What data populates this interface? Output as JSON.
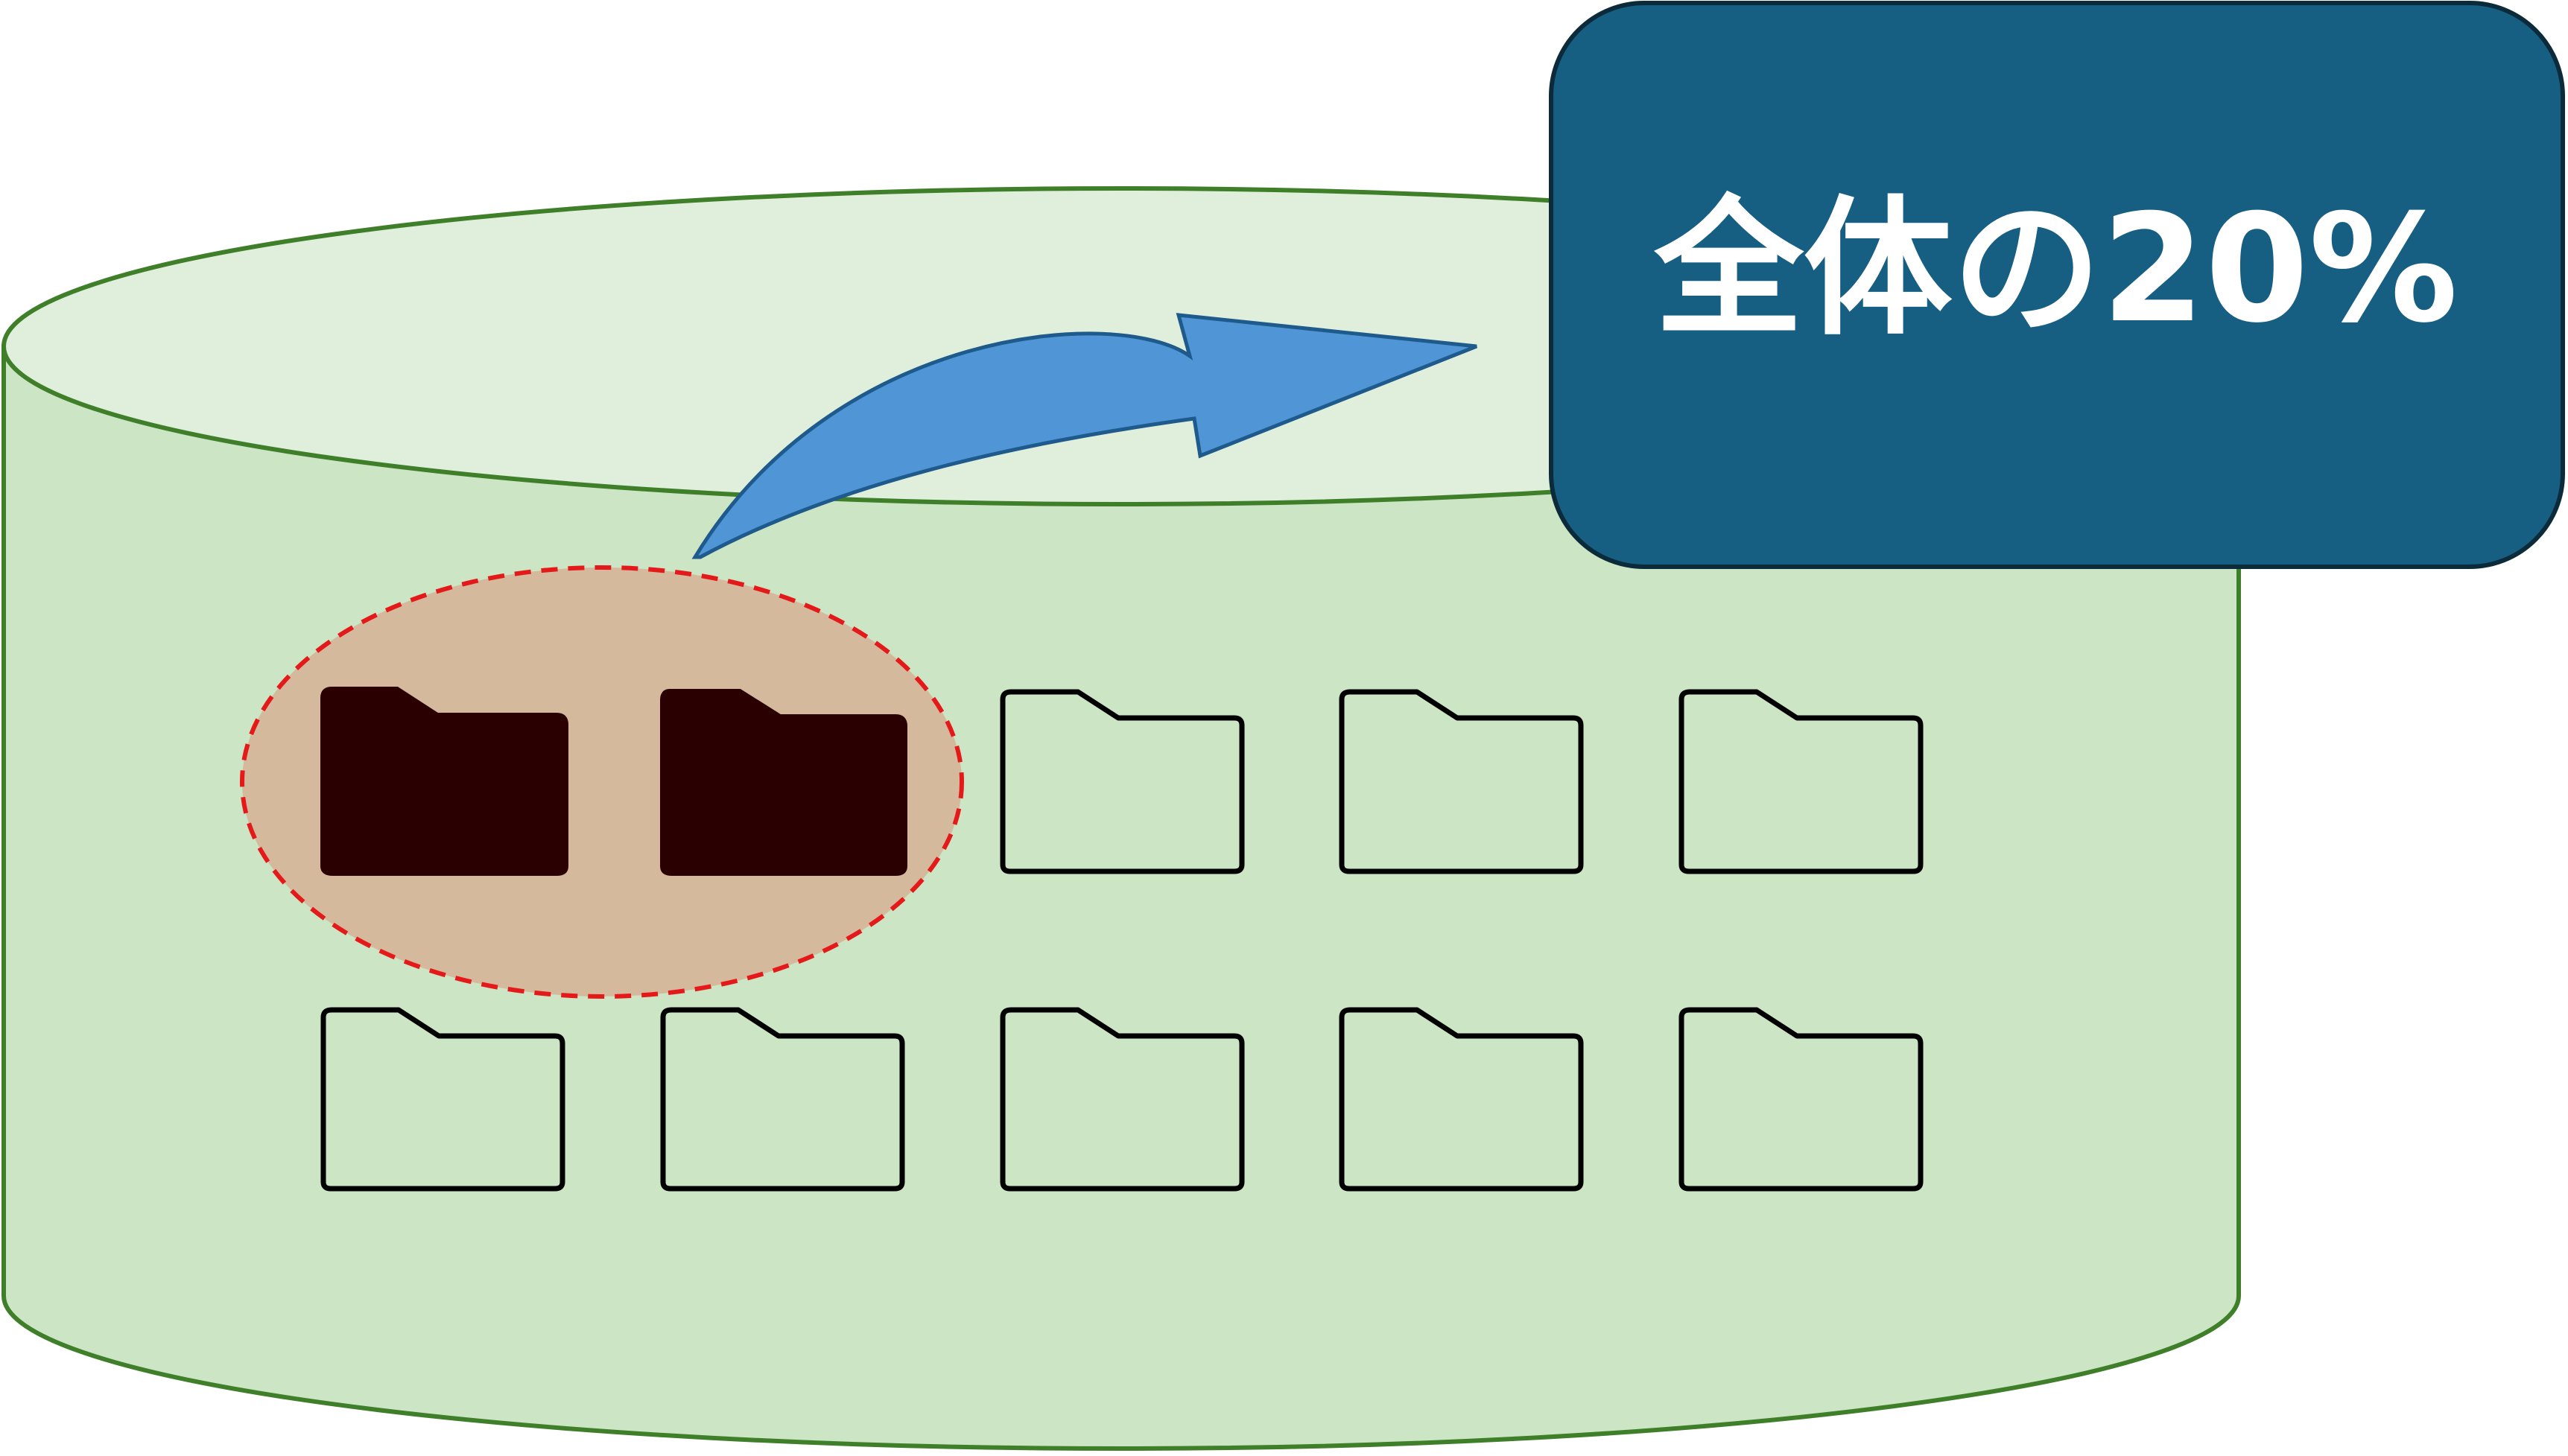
{
  "callout": {
    "text": "全体の20%"
  },
  "colors": {
    "cylinder_body": "#cce5c4",
    "cylinder_top": "#e0efdc",
    "cylinder_stroke": "#3f7f2a",
    "highlight_fill": "#d4b99d",
    "highlight_stroke": "#e41a1a",
    "filled_folder": "#2b0000",
    "outline_folder_stroke": "#000000",
    "arrow_fill": "#5095d5",
    "arrow_stroke": "#1e5a8c",
    "callout_fill": "#165e82",
    "callout_stroke": "#0b2a3a",
    "callout_text": "#ffffff"
  },
  "folders": {
    "total": 10,
    "highlighted": 2,
    "highlighted_fraction": 0.2
  }
}
